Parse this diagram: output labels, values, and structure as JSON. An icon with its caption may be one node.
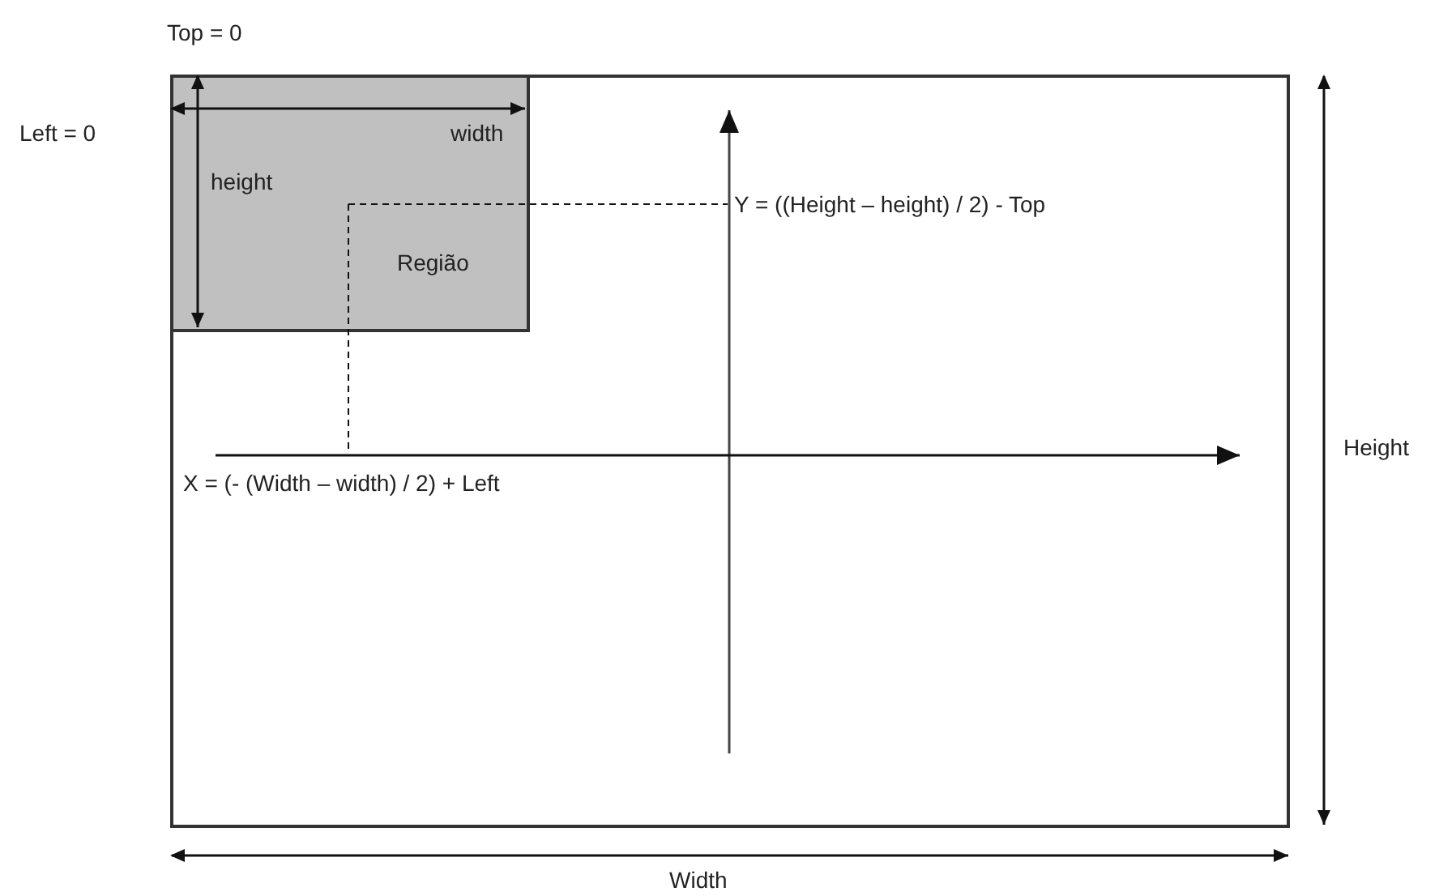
{
  "diagram": {
    "nodes": [
      {
        "text": [],
        "shape": "box"
      },
      {
        "text": [
          "Região"
        ],
        "in": 0
      }
    ],
    "edges": [],
    "labels": [
      "Top = 0",
      "Left = 0",
      "width",
      "height",
      "Y = ((Height – height) / 2) - Top",
      "X = (- (Width – width) / 2) + Left",
      "Height",
      "Width"
    ]
  }
}
